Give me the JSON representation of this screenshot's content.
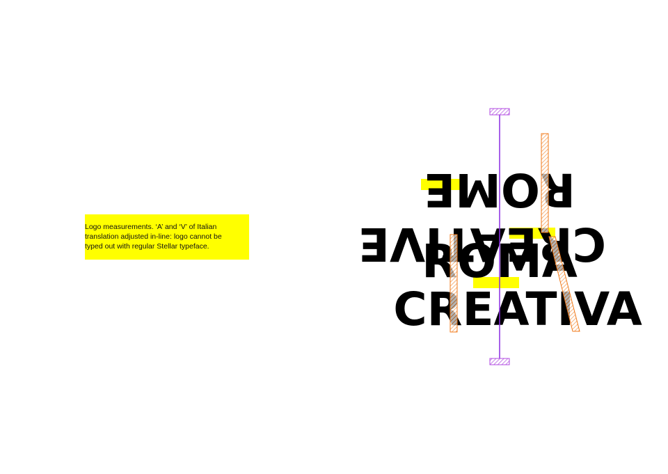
{
  "note": {
    "text": "Logo measurements. ‘A’ and ‘V’ of Italian\ntranslation adjusted in-line: logo cannot be\ntyped out with regular Stellar typeface."
  },
  "logo": {
    "line1": "ROME",
    "line2": "CREATIVE",
    "line3": "ROMA",
    "line4": "CREATIVA"
  },
  "colors": {
    "highlight": "#ffff00",
    "guide": "#8a2be2",
    "hatch": "#f07a1a",
    "text": "#000000"
  }
}
